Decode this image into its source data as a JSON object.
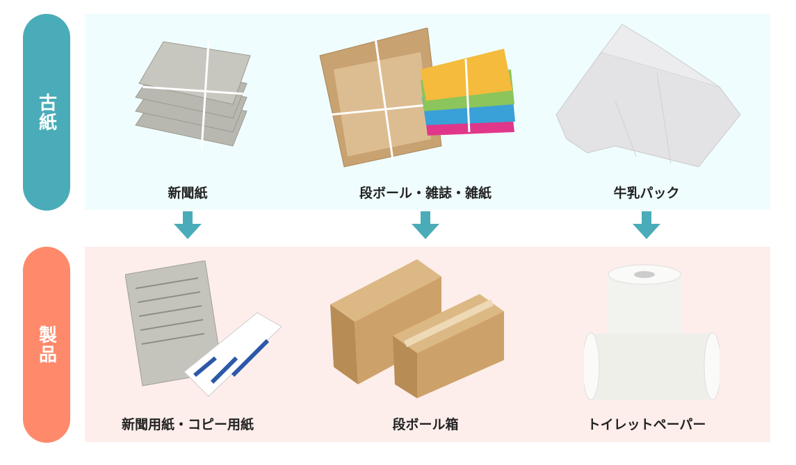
{
  "colors": {
    "teal": "#4aacb8",
    "orange": "#fe8a6b",
    "top_bg": "#f0fdfe",
    "bottom_bg": "#fdeeeb"
  },
  "sections": {
    "old_paper": {
      "title": "古紙",
      "items": [
        {
          "label": "新聞紙"
        },
        {
          "label": "段ボール・雑誌・雑紙"
        },
        {
          "label": "牛乳パック"
        }
      ]
    },
    "products": {
      "title": "製品",
      "items": [
        {
          "label": "新聞用紙・コピー用紙"
        },
        {
          "label": "段ボール箱"
        },
        {
          "label": "トイレットペーパー"
        }
      ]
    }
  }
}
